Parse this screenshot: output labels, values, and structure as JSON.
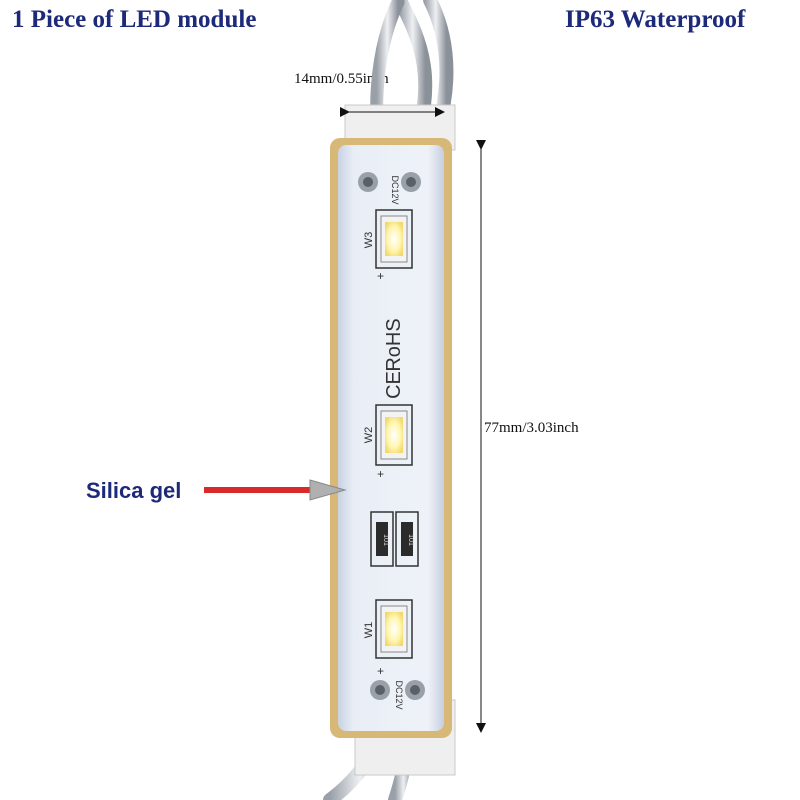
{
  "header": {
    "title": "1 Piece of LED module",
    "badge": "IP63 Waterproof"
  },
  "dimensions": {
    "width": "14mm/0.55inch",
    "length": "77mm/3.03inch"
  },
  "callout": {
    "label": "Silica gel"
  },
  "pcb_markings": {
    "rohs": "RoHS",
    "ce": "CE",
    "led_labels": [
      "W3",
      "W2",
      "W1"
    ],
    "voltage": "DC12V",
    "resistor_code": "101",
    "plus": "+"
  },
  "colors": {
    "title_text": "#1d2a7a",
    "pcb_gel": "#e9eef6",
    "housing_edge": "#d7b877",
    "led_core": "#fff6b0",
    "arrow_fill": "#d92a2a"
  }
}
